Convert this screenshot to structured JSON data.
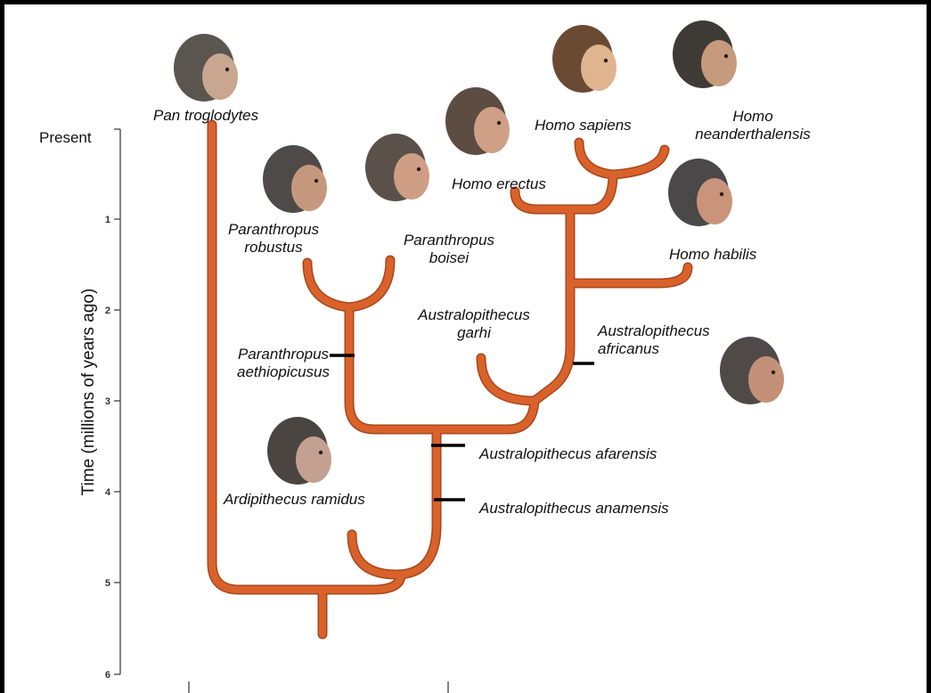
{
  "axis": {
    "label": "Time (millions of years ago)",
    "present_label": "Present",
    "ticks": [
      "1",
      "2",
      "3",
      "4",
      "5",
      "6"
    ]
  },
  "species": {
    "pan_troglodytes": "Pan troglodytes",
    "homo_sapiens": "Homo sapiens",
    "homo_neanderthalensis_1": "Homo",
    "homo_neanderthalensis_2": "neanderthalensis",
    "homo_erectus": "Homo erectus",
    "homo_habilis": "Homo habilis",
    "paranthropus_robustus_1": "Paranthropus",
    "paranthropus_robustus_2": "robustus",
    "paranthropus_boisei_1": "Paranthropus",
    "paranthropus_boisei_2": "boisei",
    "australopithecus_garhi_1": "Australopithecus",
    "australopithecus_garhi_2": "garhi",
    "australopithecus_africanus_1": "Australopithecus",
    "australopithecus_africanus_2": "africanus",
    "paranthropus_aethiopicus_1": "Paranthropus",
    "paranthropus_aethiopicus_2": "aethiopicusus",
    "australopithecus_afarensis": "Australopithecus afarensis",
    "australopithecus_anamensis": "Australopithecus anamensis",
    "ardipithecus_ramidus": "Ardipithecus ramidus"
  },
  "colors": {
    "branch": "#d9622b",
    "branch_edge": "#a8461c",
    "marker": "#000000"
  }
}
